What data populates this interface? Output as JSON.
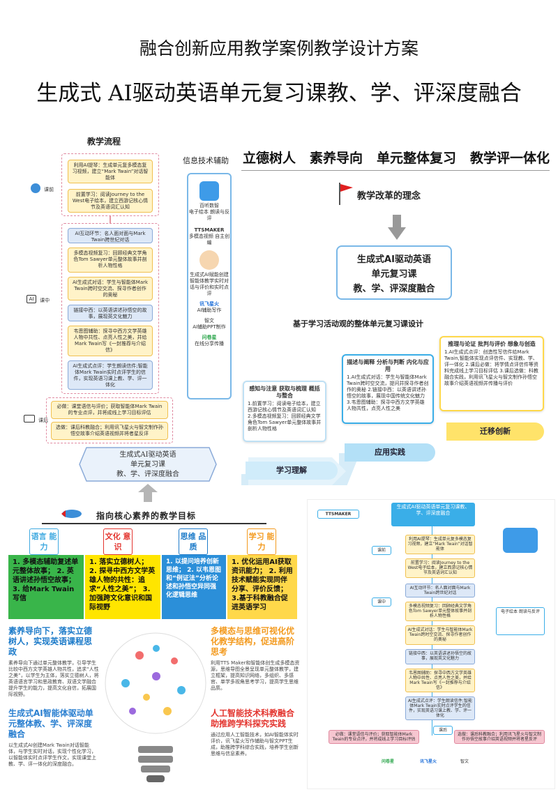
{
  "header": {
    "title": "融合创新应用教学案例教学设计方案",
    "subtitle": "生成式 AI驱动英语单元复习课教、学、评深度融合"
  },
  "flow": {
    "title": "教学流程",
    "pre_label": "课前",
    "in_label": "课中",
    "post_label": "课后",
    "pre_boxes": [
      "利用AI提琴：生成单元复多模态复习视频，建立“Mark Twain”对话智能体",
      "前置学习：阅读Journey to the West电子绘本，建立西游记核心情节及英语词汇认知"
    ],
    "in_boxes": [
      "AI互动环节：名人面对面与Mark Twain跨世纪对话",
      "多模态视频复习：回顾经典文学角色Tom Sawyer单元整体故事并剖析人物性格",
      "AI生成式对话：学生与智能体Mark Twain跨时空交流、探寻作者创作的奥秘",
      "链接中西：以英语讲述孙悟空的故事，展现英文化魅力",
      "韦恩图辅助：探寻中西方文学英雄人物中共性、点亮人性之美，并给Mark Twain写《一封推荐与介绍信》",
      "AI生成式点评：学生朗读信件;智能体Mark Twain实时点评学生的信件，实现英语习课上教、学、评一体化"
    ],
    "post_boxes": [
      "必做：课堂语信与评价；获取智能体Mark Twain的专业点评，并将成线上学习目标评估",
      "选做：课后科教融合；利用讯飞星火与智文制作孙悟空故事介绍英语视频并将者星反评"
    ],
    "summary_lines": [
      "生成式AI驱动英语",
      "单元复习课",
      "教、学、评深度融合"
    ]
  },
  "it_support": {
    "title": "信息技术辅助",
    "items": [
      {
        "name": "百听数智",
        "desc": "电子绘本 朗读与反评"
      },
      {
        "name": "TTSMAKER",
        "desc": "多模态视频 自主创编"
      },
      {
        "name": "",
        "desc": "生成式AI赋能创建智能体教学实时对话与评价和实时点评"
      },
      {
        "name": "讯飞星火",
        "desc": "AI辅助写作"
      },
      {
        "name": "智文",
        "desc": "AI辅助PPT制作"
      },
      {
        "name": "问卷星",
        "desc": "在线分享传播"
      }
    ]
  },
  "principles": {
    "items": [
      "立德树人",
      "素养导向",
      "单元整体复习",
      "教学评一体化"
    ],
    "label": "教学改革的理念",
    "core_lines": [
      "生成式AI驱动英语",
      "单元复习课",
      "教、学、评深度融合"
    ]
  },
  "activity": {
    "title": "基于学习活动观的整体单元复习课设计",
    "cards": [
      {
        "head": "感知与注意 获取与梳理 概括与整合",
        "body": "1.前置学习：阅读电子绘本，建立西游记核心情节及英语词汇认知 2.多模态视频复习：回顾经典文学角色Tom Sawyer单元整体故事并剖析人物性格"
      },
      {
        "head": "描述与阐释 分析与判断 内化与应用",
        "body": "1.AI生成式对话：学生与智能体Mark Twain跨时空交流，提问并探寻作者创作的奥秘 2.链接中西：以英语讲述孙悟空的故事，展现中国传统文化魅力 3.韦恩图辅助：探寻中西方文学英雄人物共性，点亮人性之美"
      },
      {
        "head": "推理与论证 批判与评价 想象与创造",
        "body": "1.AI生成式点评：创造性写信件给Mark Twain,智能体实现点评信件、实现教、学、评一体化 2.课后必做：将学情点评信件等资料完成线上学习目标评估 3.课后选做：科教融合实践，利用讯飞星火与智文制作孙悟空故事介绍英语视频并传播与评价"
      }
    ],
    "stages": [
      "学习理解",
      "应用实践",
      "迁移创新"
    ]
  },
  "goals": {
    "title": "指向核心素养的教学目标",
    "columns": [
      {
        "head": "语言 能力",
        "color": "#3fa9e0",
        "bg": "#39b54a",
        "text": "1. 多模态辅助复述单元整体故事； 2. 英语讲述孙悟空故事； 3. 给Mark Twain写信"
      },
      {
        "head": "文化 意识",
        "color": "#e3352f",
        "bg": "#ffe500",
        "text": "1. 落实立德树人； 2. 探寻中西方文学英雄人物的共性：追求“人性之美”； 3. 加强跨文化意识和国际视野"
      },
      {
        "head": "思维 品质",
        "color": "#1d7bc9",
        "bg": "#2b8fd9",
        "text": "1. 以提问培养创新思维； 2. 以韦恩图和“例证法”分析论述和孙悟空异同强化逻辑思维"
      },
      {
        "head": "学习 能力",
        "color": "#f39a1e",
        "bg": "#ffd84a",
        "text": "1. 优化运用AI获取资讯能力； 2. 利用技术赋能实现同伴分享、评价反馈； 3.基于科教融合促进英语学习"
      }
    ]
  },
  "bulb": {
    "tl_head": "素养导向下，落实立德树人，实现英语课程思政",
    "tl_body": "素养导向下通过单元整体教学，引导学生比较中西方文学英雄人物共性，追求“人性之美”，以学生为主体，落实立德树人，将英语语言学习和思政教育、双语文学融合提升学生的能力，提高文化自信，拓展国际视野。",
    "tr_head": "多模态与思维可视化优化教学结构，促进高阶思考",
    "tr_body": "利用TTS Maker和智能体创生成多模态资源，思维导图全景呈现单元整体教学，建立框架，提高知识网络，多组织、多感官、单学多视角思考学习，提高学生思维品质。",
    "bl_head": "生成式AI智能体驱动单元整体教、学、评深度融合",
    "bl_body": "以生成式AI创建Mark Twain对话智能体，与学生实时对话，实现个性化学习，以智能体实时点评学生作文，实现课堂上教、学、评一体化的深度融合。",
    "br_head": "人工智能技术科教融合助推跨学科探究实践",
    "br_body": "通过应用人工智能技术，如AI智能体实时评价，讯飞星火写作辅助与智文PPT生成，助推跨学科综合实践，培养学生创新思维与信息素养。"
  },
  "minimap": {
    "center_title": "生成式AI驱动英语单元复习课教、学、评深度融合",
    "labels": [
      "课前",
      "课中",
      "课后",
      "TTSMAKER",
      "讯飞星火",
      "问卷星",
      "智文"
    ]
  }
}
